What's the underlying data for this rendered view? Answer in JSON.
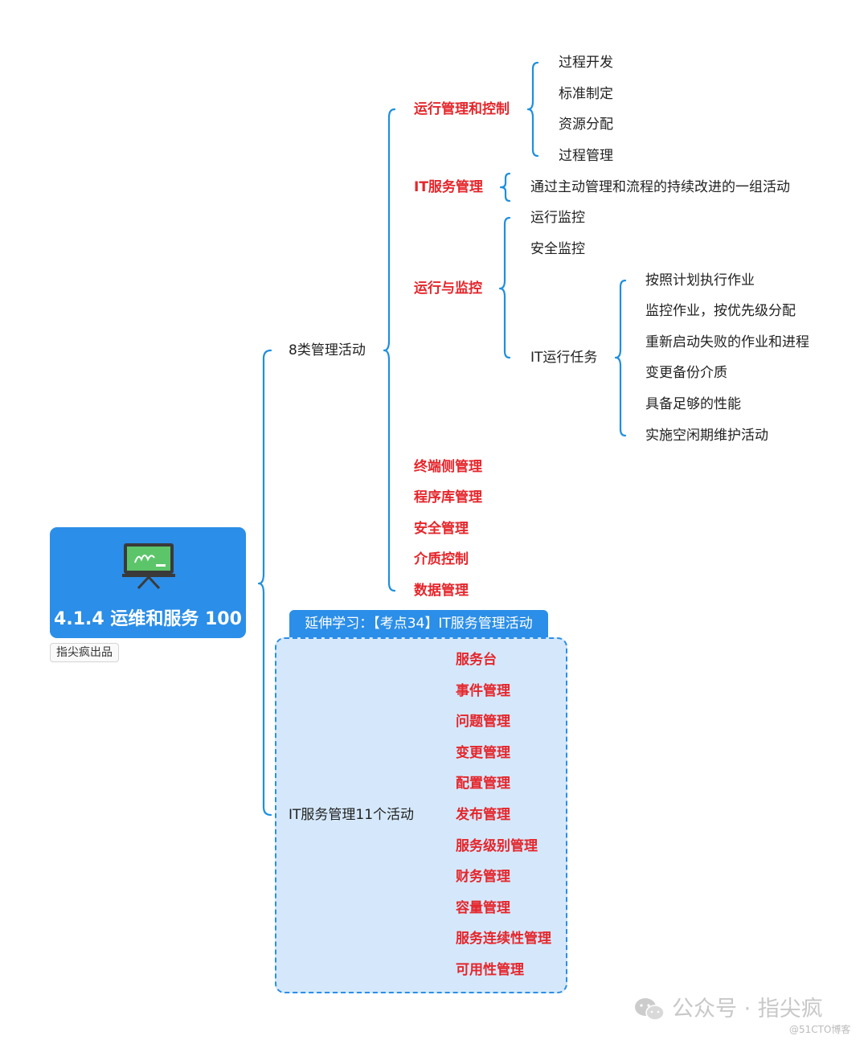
{
  "root": {
    "title": "4.1.4  运维和服务 100",
    "brand_tag": "指尖疯出品",
    "icon": "blackboard-icon"
  },
  "branch_8": {
    "label": "8类管理活动",
    "ops_mgmt": {
      "label": "运行管理和控制",
      "children": [
        "过程开发",
        "标准制定",
        "资源分配",
        "过程管理"
      ]
    },
    "it_service": {
      "label": "IT服务管理",
      "child": "通过主动管理和流程的持续改进的一组活动"
    },
    "ops_monitor": {
      "label": "运行与监控",
      "children": [
        "运行监控",
        "安全监控"
      ],
      "it_tasks": {
        "label": "IT运行任务",
        "children": [
          "按照计划执行作业",
          "监控作业，按优先级分配",
          "重新启动失败的作业和进程",
          "变更备份介质",
          "具备足够的性能",
          "实施空闲期维护活动"
        ]
      }
    },
    "others": [
      "终端侧管理",
      "程序库管理",
      "安全管理",
      "介质控制",
      "数据管理"
    ]
  },
  "branch_11": {
    "header": "延伸学习：【考点34】IT服务管理活动",
    "label": "IT服务管理11个活动",
    "items": [
      "服务台",
      "事件管理",
      "问题管理",
      "变更管理",
      "配置管理",
      "发布管理",
      "服务级别管理",
      "财务管理",
      "容量管理",
      "服务连续性管理",
      "可用性管理"
    ]
  },
  "watermark": {
    "text": "公众号 · 指尖疯",
    "blog": "@51CTO博客",
    "icon": "wechat-icon"
  },
  "colors": {
    "accent": "#2b8ee8",
    "line": "#1e8fe0",
    "highlight": "#e5262b",
    "panel": "#d5e8fb"
  }
}
